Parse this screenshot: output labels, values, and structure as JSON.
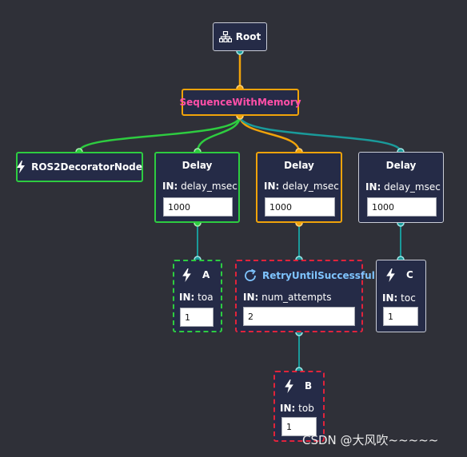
{
  "colors": {
    "background": "#2f3038",
    "node_fill": "#252b47",
    "success": "#2ecc40",
    "running": "#f0a30a",
    "idle": "#c9ccd6",
    "failure_dash": "#e0243a",
    "teal_edge": "#1a9a9a",
    "control_text": "#ff4fa8",
    "decorator_text": "#7fc4ff"
  },
  "nodes": {
    "root": {
      "label": "Root",
      "icon": "tree-icon"
    },
    "sequence": {
      "label": "SequenceWithMemory",
      "status": "running"
    },
    "ros2_decorator": {
      "label": "ROS2DecoratorNode",
      "icon": "lightning-icon",
      "status": "success"
    },
    "delay_1": {
      "label": "Delay",
      "port_in": "IN:",
      "port_name": "delay_msec",
      "value": "1000",
      "status": "success"
    },
    "delay_2": {
      "label": "Delay",
      "port_in": "IN:",
      "port_name": "delay_msec",
      "value": "1000",
      "status": "running"
    },
    "delay_3": {
      "label": "Delay",
      "port_in": "IN:",
      "port_name": "delay_msec",
      "value": "1000",
      "status": "idle"
    },
    "action_a": {
      "label": "A",
      "icon": "lightning-icon",
      "port_in": "IN:",
      "port_name": "toa",
      "value": "1",
      "status": "success"
    },
    "retry": {
      "label": "RetryUntilSuccessful",
      "icon": "refresh-icon",
      "port_in": "IN:",
      "port_name": "num_attempts",
      "value": "2",
      "status": "failure"
    },
    "action_c": {
      "label": "C",
      "icon": "lightning-icon",
      "port_in": "IN:",
      "port_name": "toc",
      "value": "1",
      "status": "idle"
    },
    "action_b": {
      "label": "B",
      "icon": "lightning-icon",
      "port_in": "IN:",
      "port_name": "tob",
      "value": "1",
      "status": "failure"
    }
  },
  "edges": [
    {
      "from": "root",
      "to": "sequence",
      "status": "running"
    },
    {
      "from": "sequence",
      "to": "ros2_decorator",
      "status": "success"
    },
    {
      "from": "sequence",
      "to": "delay_1",
      "status": "success"
    },
    {
      "from": "sequence",
      "to": "delay_2",
      "status": "running"
    },
    {
      "from": "sequence",
      "to": "delay_3",
      "status": "idle"
    },
    {
      "from": "delay_1",
      "to": "action_a",
      "status": "idle"
    },
    {
      "from": "delay_2",
      "to": "retry",
      "status": "idle"
    },
    {
      "from": "delay_3",
      "to": "action_c",
      "status": "idle"
    },
    {
      "from": "retry",
      "to": "action_b",
      "status": "idle"
    }
  ],
  "watermark": "CSDN @大风吹~~~~~"
}
